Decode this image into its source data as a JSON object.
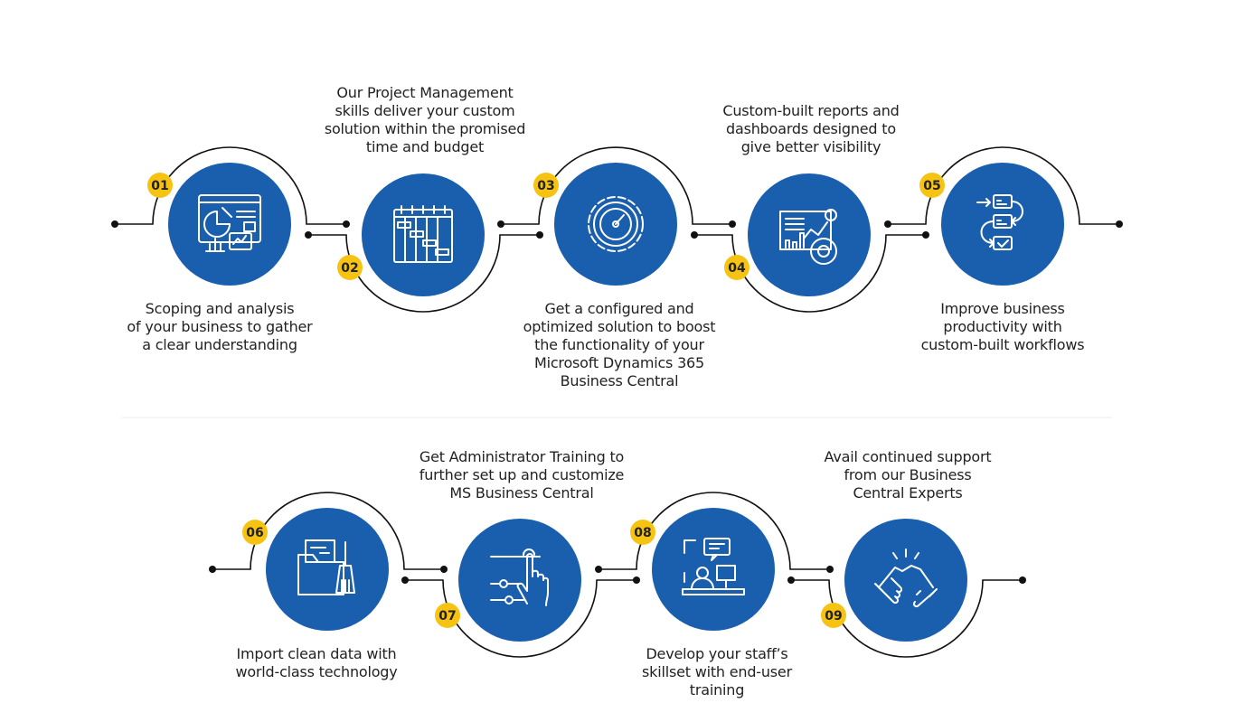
{
  "colors": {
    "circle": "#1A5FAD",
    "badge": "#F6C312",
    "line": "#111111",
    "text": "#222222",
    "divider": "#EEEEEE"
  },
  "steps": [
    {
      "number": "01",
      "icon": "analytics-dashboard-icon",
      "lines": [
        "Scoping and analysis",
        "of your business to gather",
        "a clear understanding"
      ]
    },
    {
      "number": "02",
      "icon": "gantt-calendar-icon",
      "lines": [
        "Our Project Management",
        "skills deliver your custom",
        "solution within the promised",
        "time and budget"
      ]
    },
    {
      "number": "03",
      "icon": "gear-gauge-icon",
      "lines": [
        "Get a configured and",
        "optimized solution to boost",
        "the functionality of your",
        "Microsoft Dynamics 365",
        "Business Central"
      ]
    },
    {
      "number": "04",
      "icon": "report-chart-icon",
      "lines": [
        "Custom-built reports and",
        "dashboards designed to",
        "give better visibility"
      ]
    },
    {
      "number": "05",
      "icon": "workflow-icon",
      "lines": [
        "Improve business",
        "productivity with",
        "custom-built workflows"
      ]
    },
    {
      "number": "06",
      "icon": "folder-broom-icon",
      "lines": [
        "Import clean data with",
        "world-class technology"
      ]
    },
    {
      "number": "07",
      "icon": "hand-slider-icon",
      "lines": [
        "Get Administrator Training to",
        "further set up and customize",
        "MS Business Central"
      ]
    },
    {
      "number": "08",
      "icon": "training-presentation-icon",
      "lines": [
        "Develop your staff’s",
        "skillset with end-user",
        "training"
      ]
    },
    {
      "number": "09",
      "icon": "handshake-icon",
      "lines": [
        "Avail continued support",
        "from our Business",
        "Central Experts"
      ]
    }
  ]
}
